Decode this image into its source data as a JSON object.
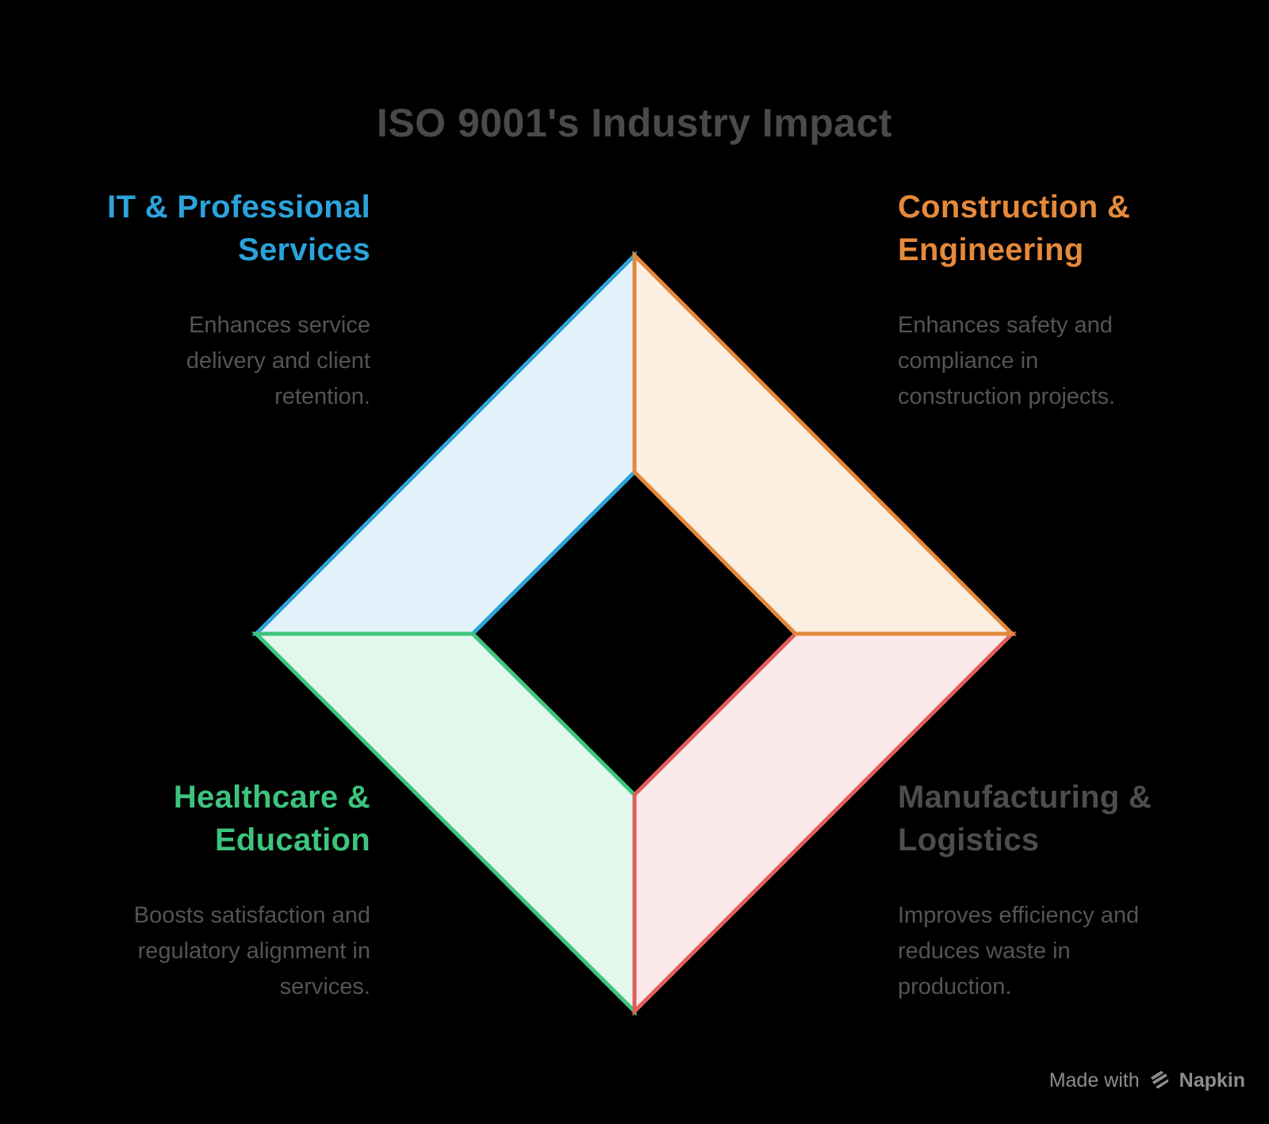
{
  "title": "ISO 9001's Industry Impact",
  "quadrants": [
    {
      "name": "IT & Professional Services",
      "heading": "IT & Professional\nServices",
      "description": "Enhances service\ndelivery and client\nretention.",
      "heading_color": "#2BA3DC",
      "fill_color": "#E2F3FC",
      "stroke_color": "#2EA3D8"
    },
    {
      "name": "Construction & Engineering",
      "heading": "Construction &\nEngineering",
      "description": "Enhances safety and\ncompliance in\nconstruction projects.",
      "heading_color": "#E5893B",
      "fill_color": "#FCEFE0",
      "stroke_color": "#E2883B"
    },
    {
      "name": "Healthcare & Education",
      "heading": "Healthcare &\nEducation",
      "description": "Boosts satisfaction and\nregulatory alignment in\nservices.",
      "heading_color": "#3DC47E",
      "fill_color": "#E2F8EC",
      "stroke_color": "#3EC47E"
    },
    {
      "name": "Manufacturing & Logistics",
      "heading": "Manufacturing &\nLogistics",
      "description": "Improves efficiency and\nreduces waste in\nproduction.",
      "heading_color": "#4D4D4D",
      "fill_color": "#FCEAEA",
      "stroke_color": "#E25D5C"
    }
  ],
  "watermark": {
    "made_with": "Made with",
    "brand": "Napkin"
  },
  "colors": {
    "background": "#000000",
    "title_text": "#4A4A4A",
    "description_text": "#545454",
    "watermark_text": "#8C8C8C"
  }
}
